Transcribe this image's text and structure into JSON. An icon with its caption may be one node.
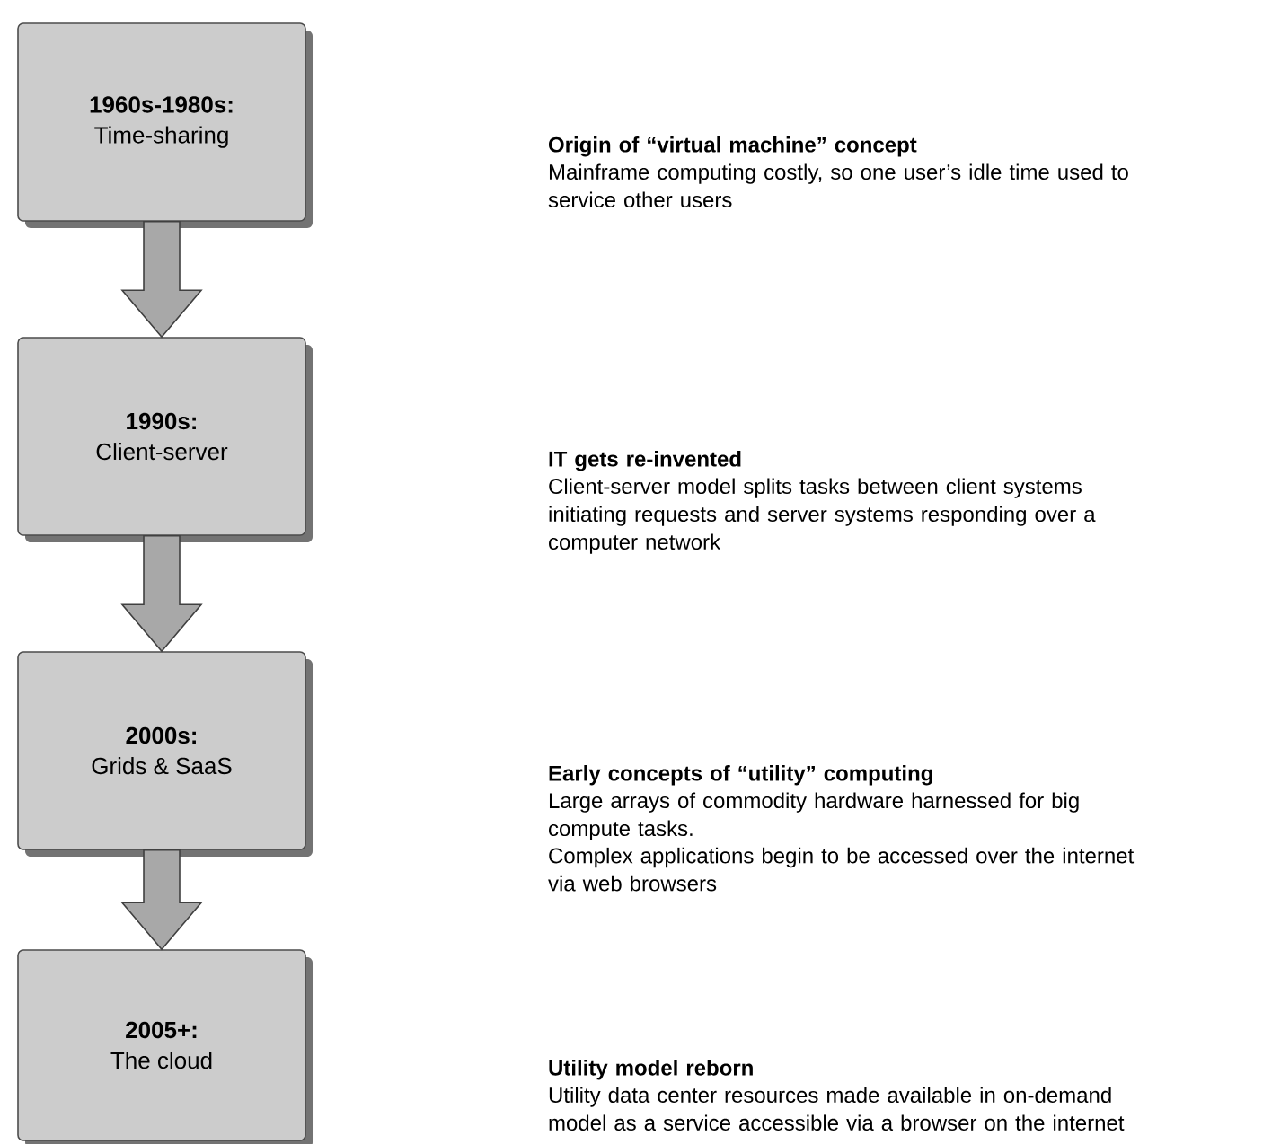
{
  "diagram": {
    "nodes": [
      {
        "text": [
          "1960s-1980s:",
          "Time-sharing"
        ],
        "beside": [
          "Origin of “virtual machine” concept",
          "Mainframe computing costly, so one user’s idle time used to service other users"
        ]
      },
      {
        "text": [
          "1990s:",
          "Client-server"
        ],
        "beside": [
          "IT gets re-invented",
          "Client-server model splits tasks between client systems initiating requests and server systems responding over a computer network"
        ]
      },
      {
        "text": [
          "2000s:",
          "Grids & SaaS"
        ],
        "beside": [
          "Early concepts of “utility” computing",
          "Large arrays of commodity hardware harnessed for big compute tasks.",
          "Complex applications begin to be accessed over the internet via web browsers"
        ]
      },
      {
        "text": [
          "2005+:",
          "The cloud"
        ],
        "beside": [
          "Utility model reborn",
          "Utility data center resources made available in on-demand model as a service accessible via a browser on the internet"
        ]
      }
    ],
    "edges": [
      {
        "from": 0,
        "to": 1,
        "arrow": "to"
      },
      {
        "from": 1,
        "to": 2,
        "arrow": "to"
      },
      {
        "from": 2,
        "to": 3,
        "arrow": "to"
      }
    ]
  }
}
